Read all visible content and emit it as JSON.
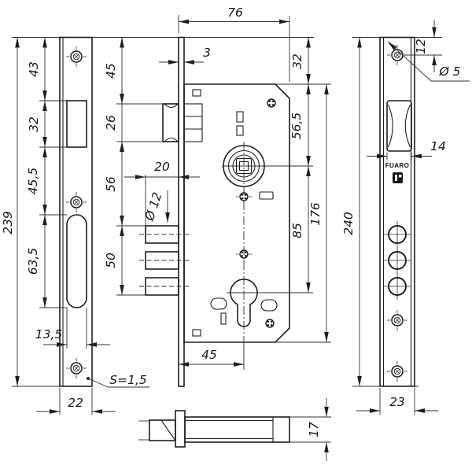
{
  "drawing": {
    "brand": "FUARO",
    "views": {
      "strike_plate": {
        "dims": {
          "top_to_box": "43",
          "box_height": "32",
          "box_to_slot": "45,5",
          "slot_height": "63,5",
          "total_height": "239",
          "slot_width": "13,5",
          "plate_width": "22",
          "thickness": "S=1,5"
        }
      },
      "lock_body": {
        "dims": {
          "case_width": "76",
          "faceplate_thickness": "3",
          "top_to_case": "32",
          "top_to_roller": "45",
          "roller_height": "26",
          "roller_to_pins": "56",
          "pins_span": "50",
          "pin_diameter": "Ø 12",
          "pin_protrusion": "20",
          "case_to_hub": "56,5",
          "hub_to_cylinder": "85",
          "case_height": "176",
          "backset": "45"
        }
      },
      "bottom_view": {
        "dims": {
          "case_depth": "17"
        }
      },
      "faceplate": {
        "dims": {
          "top_to_screw": "12",
          "screw_hole_diameter": "Ø 5",
          "roller_width": "14",
          "total_height": "240",
          "plate_width": "23"
        }
      }
    }
  }
}
